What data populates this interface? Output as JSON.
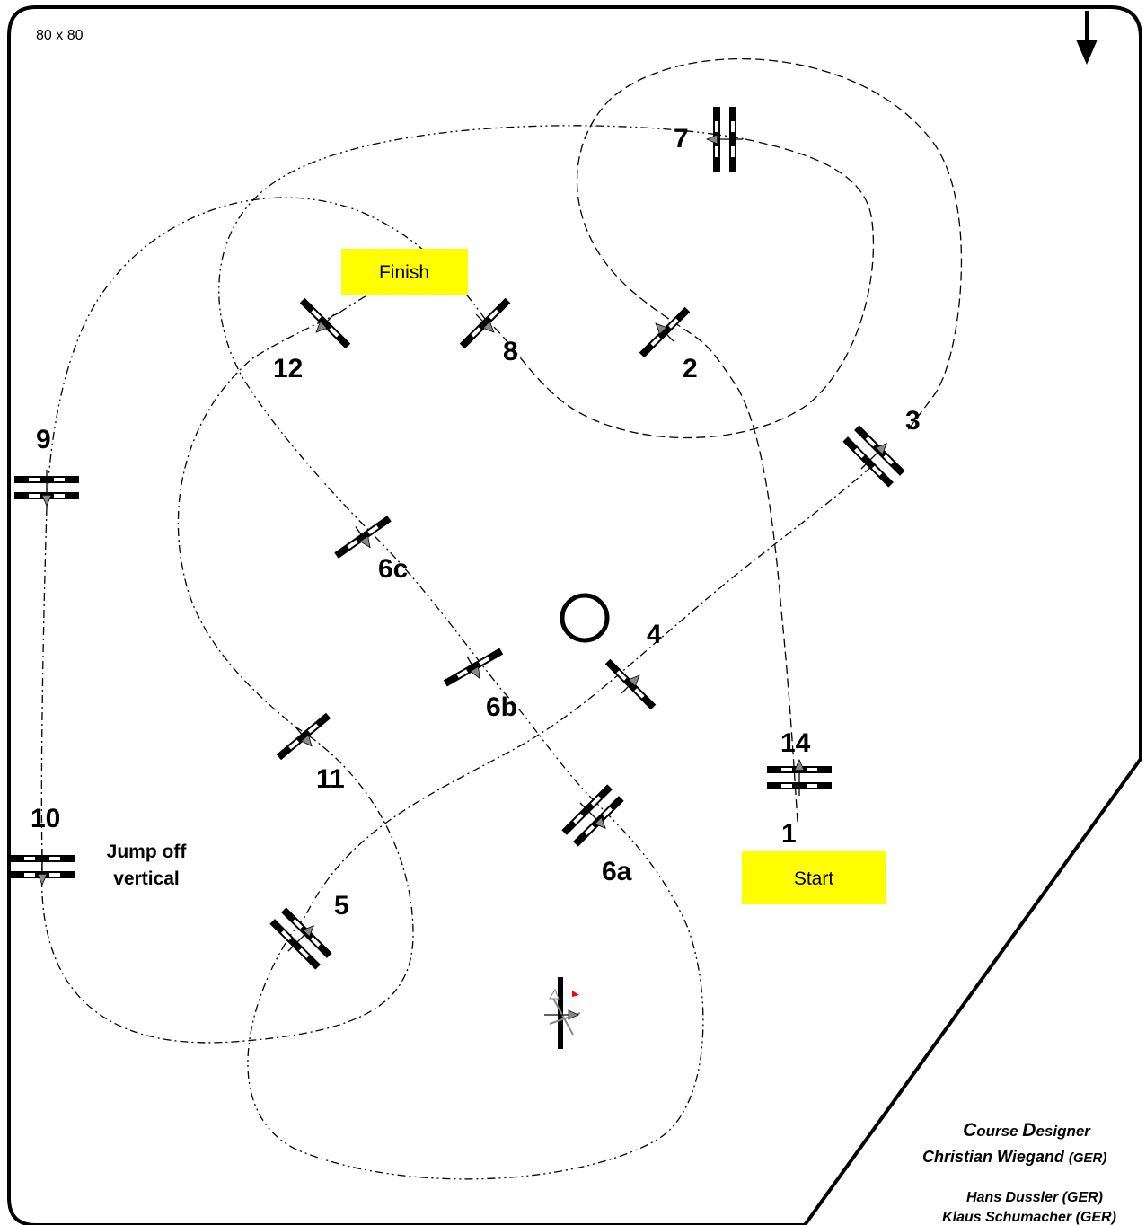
{
  "arena_size": "80 x 80",
  "markers": {
    "start": "Start",
    "finish": "Finish"
  },
  "obstacles": [
    {
      "id": "o1",
      "label": "1"
    },
    {
      "id": "o2",
      "label": "2"
    },
    {
      "id": "o3",
      "label": "3"
    },
    {
      "id": "o4",
      "label": "4"
    },
    {
      "id": "o5",
      "label": "5"
    },
    {
      "id": "o6a",
      "label": "6a"
    },
    {
      "id": "o6b",
      "label": "6b"
    },
    {
      "id": "o6c",
      "label": "6c"
    },
    {
      "id": "o7",
      "label": "7"
    },
    {
      "id": "o8",
      "label": "8"
    },
    {
      "id": "o9",
      "label": "9"
    },
    {
      "id": "o10",
      "label": "10"
    },
    {
      "id": "o11",
      "label": "11"
    },
    {
      "id": "o12",
      "label": "12"
    },
    {
      "id": "o14",
      "label": "14"
    }
  ],
  "jump_off_note": {
    "line1": "Jump off",
    "line2": "vertical"
  },
  "credits": {
    "designer_title_c": "C",
    "designer_title_1": "ourse ",
    "designer_title_d": "D",
    "designer_title_2": "esigner",
    "designer_name": "Christian Wiegand",
    "designer_country": "(GER)",
    "assistant1": "Hans Dussler (GER)",
    "assistant2": "Klaus Schumacher (GER)"
  },
  "colors": {
    "marker_fill": "#ffff00",
    "line": "#000000",
    "flag_red": "#ff0000"
  }
}
